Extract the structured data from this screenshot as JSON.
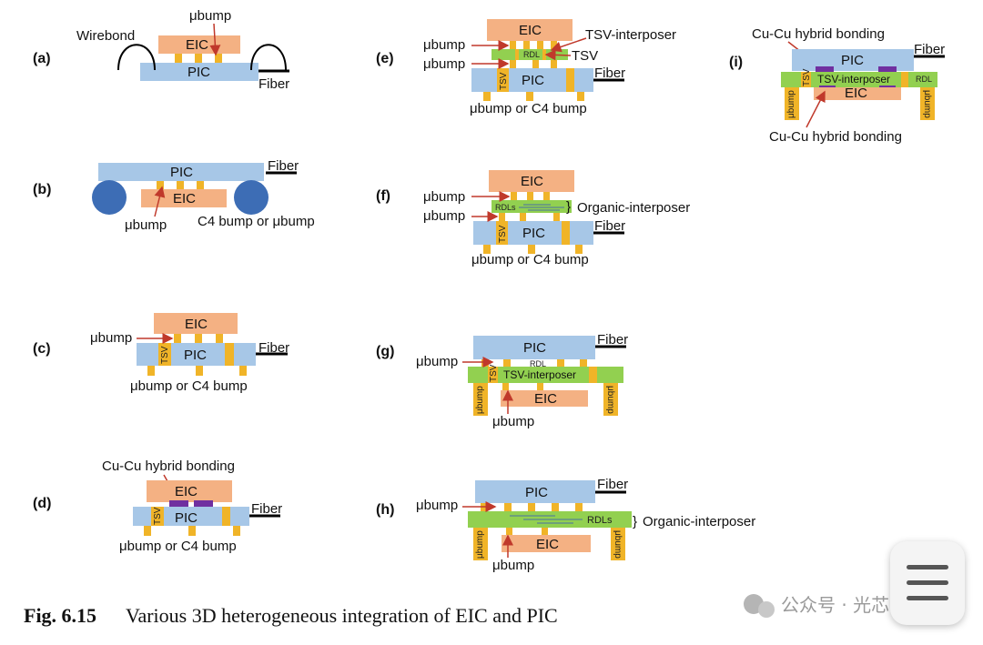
{
  "labels": {
    "a": "(a)",
    "b": "(b)",
    "c": "(c)",
    "d": "(d)",
    "e": "(e)",
    "f": "(f)",
    "g": "(g)",
    "h": "(h)",
    "i": "(i)"
  },
  "text": {
    "pic": "PIC",
    "eic": "EIC",
    "fiber": "Fiber",
    "wirebond": "Wirebond",
    "ubump": "μbump",
    "c4_or_ubump": "C4 bump or μbump",
    "ubump_or_c4": "μbump or C4 bump",
    "tsv": "TSV",
    "tsv_interposer": "TSV-interposer",
    "rdl": "RDL",
    "rdls": "RDLs",
    "organic_interposer": "Organic-interposer",
    "cucu": "Cu-Cu hybrid bonding"
  },
  "caption": {
    "number": "Fig. 6.15",
    "text": "Various 3D heterogeneous integration of EIC and PIC"
  },
  "watermark": "公众号 · 光芯",
  "colors": {
    "pic": "#a7c7e7",
    "eic": "#f4b183",
    "bump": "#f0b428",
    "interposer": "#92d050",
    "purple": "#7030a0",
    "arrow": "#c0392b",
    "c4ball": "#3d6db5"
  }
}
